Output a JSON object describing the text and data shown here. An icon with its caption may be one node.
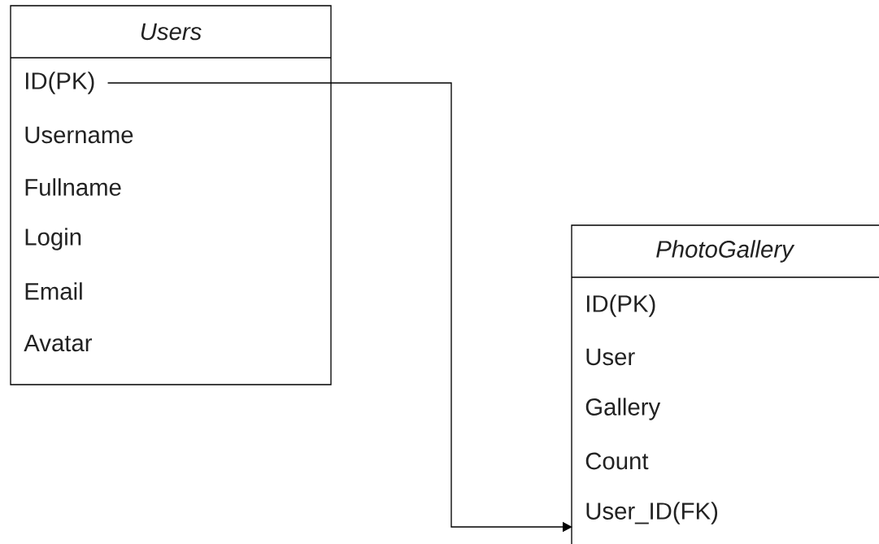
{
  "diagram": {
    "nodes": [
      {
        "text": [
          "Users"
        ]
      },
      {
        "text": [
          "ID(PK)"
        ],
        "in": 0
      },
      {
        "text": [
          "Username"
        ],
        "in": 0
      },
      {
        "text": [
          "Fullname"
        ],
        "in": 0
      },
      {
        "text": [
          "Login"
        ],
        "in": 0
      },
      {
        "text": [
          "Email"
        ],
        "in": 0
      },
      {
        "text": [
          "Avatar"
        ],
        "in": 0
      },
      {
        "text": [
          "PhotoGallery"
        ]
      },
      {
        "text": [
          "ID(PK)"
        ],
        "in": 7
      },
      {
        "text": [
          "User"
        ],
        "in": 7
      },
      {
        "text": [
          "Gallery"
        ],
        "in": 7
      },
      {
        "text": [
          "Count"
        ],
        "in": 7
      },
      {
        "text": [
          "User_ID(FK)"
        ],
        "in": 7
      }
    ],
    "edges": [
      {
        "from": 1,
        "to": 12,
        "arrow": "to"
      }
    ]
  }
}
